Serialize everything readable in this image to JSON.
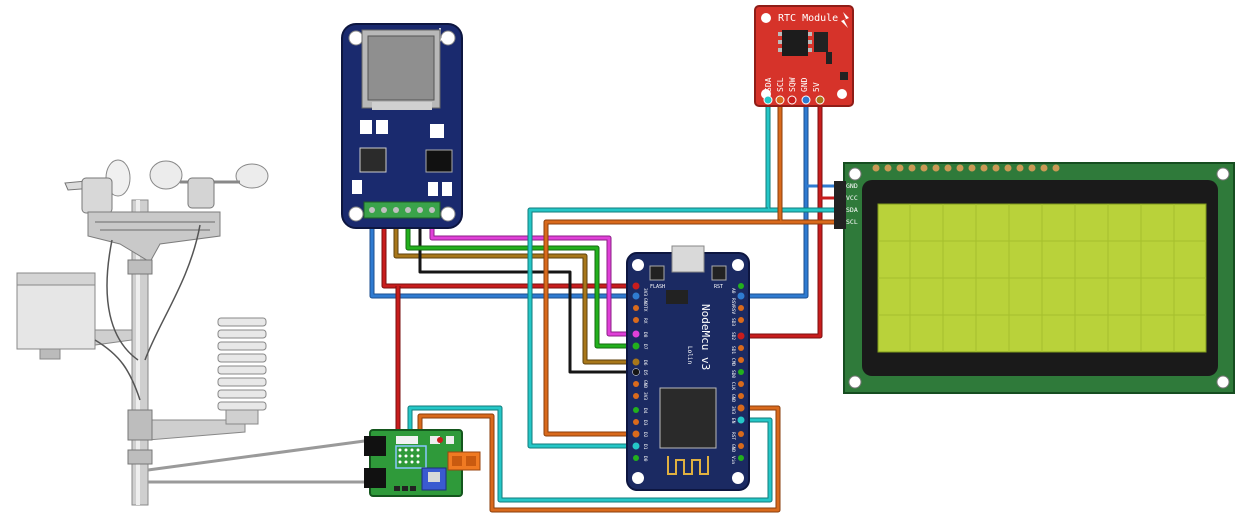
{
  "rtc": {
    "title": "RTC Module",
    "pins": [
      "SDA",
      "SCL",
      "SQW",
      "GND",
      "5V"
    ]
  },
  "nodemcu": {
    "title": "NodeMcu v3",
    "subtitle": "Lolin",
    "flash_label": "FLASH",
    "rst_label": "RST",
    "left_pins": [
      "3V3",
      "GND",
      "TX",
      "RX",
      "D8",
      "D7",
      "D6",
      "D5",
      "GND",
      "3V3",
      "D4",
      "D3",
      "D2",
      "D1",
      "D0"
    ],
    "right_pins": [
      "A0",
      "RSV",
      "RSV",
      "SD3",
      "SD2",
      "SD1",
      "CMD",
      "SD0",
      "CLK",
      "GND",
      "3V3",
      "EN",
      "RST",
      "GND",
      "Vin"
    ]
  },
  "lcd": {
    "pins": [
      "GND",
      "VCC",
      "SDA",
      "SCL"
    ]
  },
  "colors": {
    "blue": "#2f7bd1",
    "red": "#c81d1d",
    "brown": "#a8771a",
    "black": "#161616",
    "magenta": "#e040d8",
    "green": "#22b01d",
    "cyan": "#25c7c7",
    "orange": "#d96a1c",
    "navy_pcb": "#1a2a6e",
    "lcd_screen": "#b9d23a",
    "pcb_green": "#2f9a3a"
  }
}
